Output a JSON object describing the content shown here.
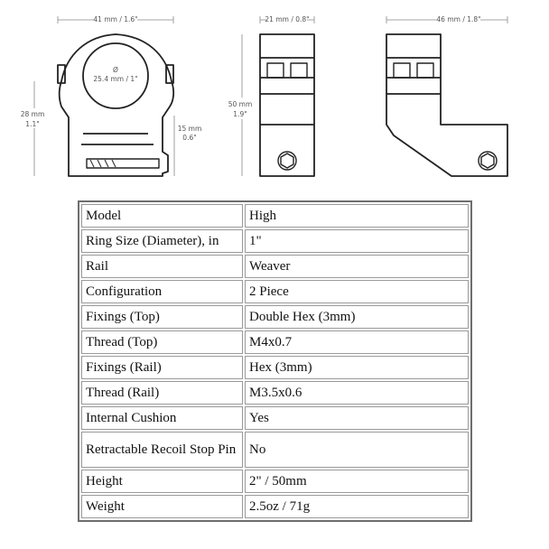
{
  "diagram": {
    "front_width": "41 mm / 1.6\"",
    "ring_diameter_symbol": "Ø",
    "ring_diameter": "25.4 mm / 1\"",
    "total_height_mm": "28 mm",
    "total_height_in": "1.1\"",
    "base_height_mm": "15 mm",
    "base_height_in": "0.6\"",
    "side_width": "21 mm / 0.8\"",
    "side_height_mm": "50 mm",
    "side_height_in": "1.9\"",
    "offset_width": "46 mm / 1.8\""
  },
  "specs": [
    {
      "label": "Model",
      "value": "High"
    },
    {
      "label": "Ring Size (Diameter), in",
      "value": "1\""
    },
    {
      "label": "Rail",
      "value": "Weaver"
    },
    {
      "label": "Configuration",
      "value": "2 Piece"
    },
    {
      "label": "Fixings (Top)",
      "value": "Double Hex (3mm)"
    },
    {
      "label": "Thread (Top)",
      "value": "M4x0.7"
    },
    {
      "label": "Fixings (Rail)",
      "value": "Hex (3mm)"
    },
    {
      "label": "Thread (Rail)",
      "value": "M3.5x0.6"
    },
    {
      "label": "Internal Cushion",
      "value": "Yes"
    },
    {
      "label": "Retractable Recoil Stop Pin",
      "value": "No"
    },
    {
      "label": "Height",
      "value": "2\" / 50mm"
    },
    {
      "label": "Weight",
      "value": "2.5oz / 71g"
    }
  ]
}
